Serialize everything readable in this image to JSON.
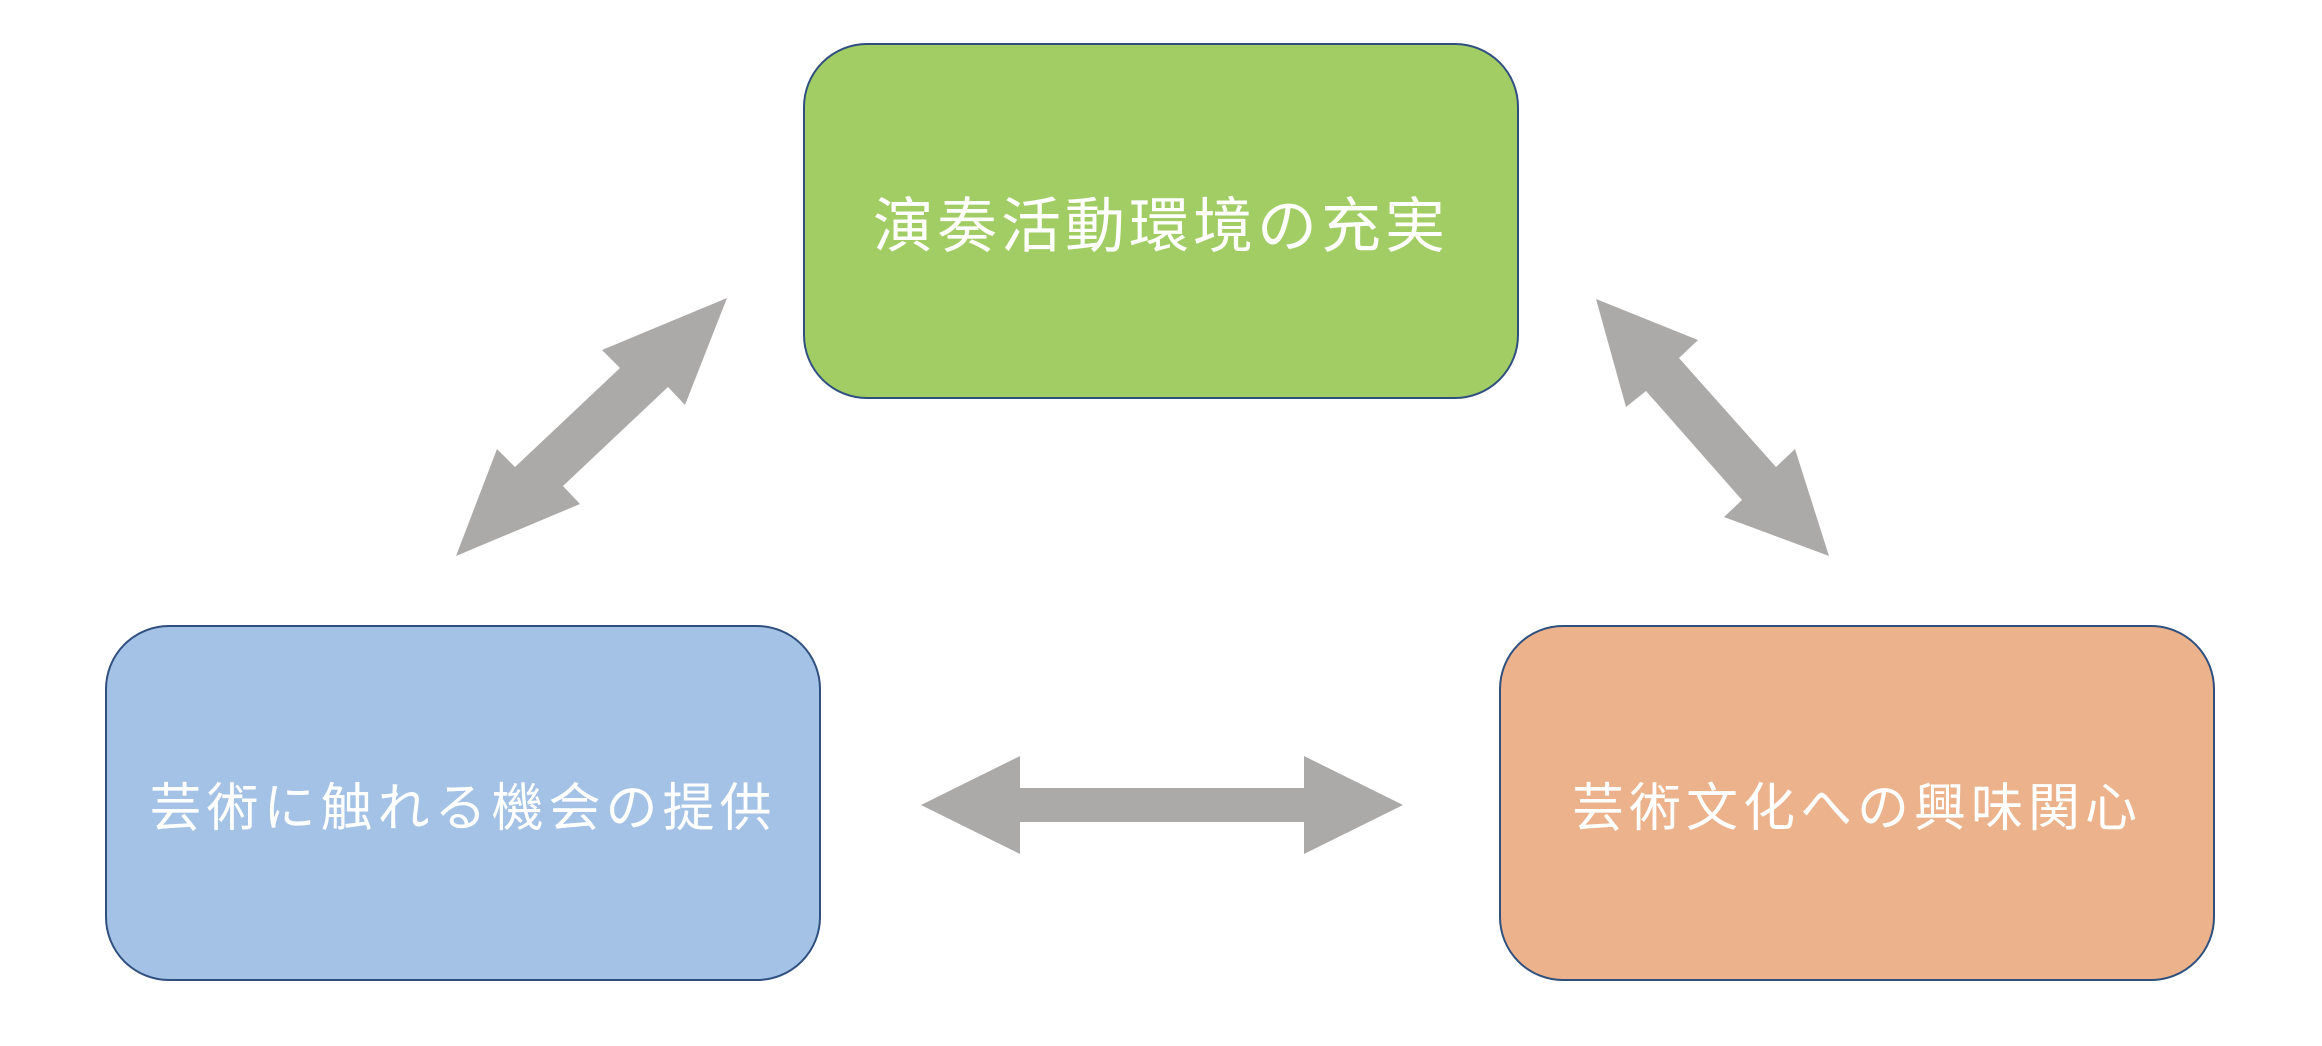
{
  "diagram": {
    "nodes": [
      {
        "id": "top",
        "label": "演奏活動環境の充実",
        "color": "#a2cd65"
      },
      {
        "id": "left",
        "label": "芸術に触れる機会の提供",
        "color": "#a4c2e5"
      },
      {
        "id": "right",
        "label": "芸術文化への興味関心",
        "color": "#ebb28b"
      }
    ],
    "arrows": [
      {
        "from": "top",
        "to": "left",
        "style": "double-headed"
      },
      {
        "from": "top",
        "to": "right",
        "style": "double-headed"
      },
      {
        "from": "left",
        "to": "right",
        "style": "double-headed"
      }
    ],
    "colors": {
      "arrow": "#acaaa9",
      "border": "#2f4f7f",
      "text": "#ffffff"
    }
  }
}
